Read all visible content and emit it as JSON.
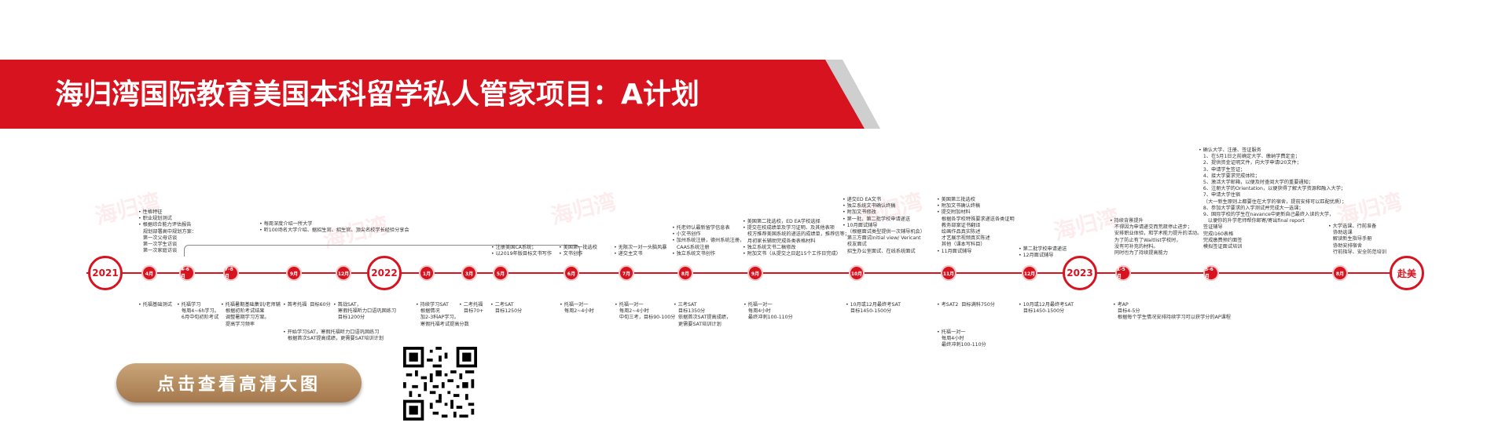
{
  "banner": {
    "title": "海归湾国际教育美国本科留学私人管家项目：A计划"
  },
  "button": {
    "label": "点击查看高清大图"
  },
  "watermark": {
    "text": "海归湾"
  },
  "years": [
    "2021",
    "2022",
    "2023",
    "赴美"
  ],
  "months": [
    "4月",
    "4-6月",
    "7-8月",
    "9月",
    "12月",
    "1月",
    "3月",
    "5月",
    "6月",
    "7月",
    "8月",
    "9月",
    "10月",
    "11月",
    "12月",
    "1-5月",
    "5-6月",
    "8月"
  ],
  "notes": {
    "n1": "• 性格特征\n• 职业规划测试\n• 根据综合能力评估报告\n   规划部署高中规划方案：\n   第一次父母访谈\n   第一次学生访谈\n   第一次家庭访谈",
    "n2": "• 托福基础测试",
    "n3": "• 托福学习\n   每周4~6h学习。\n   6月中旬初阶考试",
    "n4": "• 托福暑期基础集训/老师辅\n   根据初阶考试结果\n   调整暑期学习方案。\n   提高学习频率",
    "n5": "• 每周深度介绍一所大学\n• 听100场名大学介绍、据招生官、招生官、顶尖名校学长经验分享会",
    "n6": "• 首考托福  目标60分",
    "n7": "• 首战SAT，\n   寒假托福听力口语巩固练习\n   目标1200分",
    "n8": "• 开始学习SAT，寒假托福听力口语巩固练习\n   根据首次SAT提高成绩，更需要SAT培训计划",
    "n9": "• 持续学习SAT\n   根据情况\n   加2-3科AP学习。\n   寒假托福考试提高分数",
    "n10": "• 二考托福\n   目标70+",
    "n11": "• 二考SAT\n   目标1250分",
    "n12": "• 注册美国CA系统；\n• 以2019年版目标文书写作",
    "n13": "• 美国第一批选校\n• 文书创作",
    "n14": "• 托福一对一\n   每周2~4小时",
    "n15": "• 无限次一对一头脑风暴\n• 递交主文书",
    "n16": "• 托福一对一\n   每周2~4小时\n   中旬三考，目标90-100分",
    "n17": "• 托老师认最新留学信息表\n• 小文书创作\n• 加州系统注册，德州系统注册，\n   CAAS系统注册\n• 独立系统文书创作",
    "n18": "• 三考SAT\n   目标1350分\n   依据首次SAT提高成绩，\n   更需要SAT培训计划",
    "n19": "• 美国第二批选校，ED EA学校选择\n• 提交在校成绩单及学习证明、及其他表项\n   校方推荐美国系统的递送的成绩单，推荐信等；\n   月初家长辅助完成各类表格材料\n• 独立系统文书二稿修改\n• 附加文书（从提交之日起15个工作日完成）",
    "n20": "• 托福一对一\n   每周4小时\n   最终冲刺100-110分",
    "n21": "• 递交ED EA文书\n• 独立系统文书确认终稿\n• 附加文书修改\n• 第一批、第二批学校申请递送\n• 10月面试辅导\n   （根据面试类型提供一次辅导机会）\n   第三方面试Initial view/ Vericant\n   校友面试\n   招生办公室面试、在线系统面试",
    "n22": "• 10月或12月最终考SAT\n   目标1450-1500分",
    "n23": "• 美国第三批选校\n• 附加文书确认终稿\n• 提交附加材料\n   根据各学校特殊要求递送各类证明\n   教务部案证书翻译\n   绘画作品真实陈述\n   才艺展示视频真实陈述\n   其他（课本写科目）\n• 11月面试辅导",
    "n24": "• 考SAT2  目标满科750分",
    "n25": "• 托福一对一\n   每周4小时\n   最终冲刺100-110分",
    "n26": "• 第二批学校申请递送\n• 12月面试辅导",
    "n27": "• 10月或12月最终考SAT\n   目标1450-1500分",
    "n28": "• 持续背景提升\n   不得因为申请递交而荒疏停止进步；\n   安排职业体验，和学术能力提升的活动。\n   为了防止有了Waitlist学校时，\n   没有可补充的材料。\n   同时也为了持续提高能力",
    "n29": "• 考AP\n   目标4-5分\n   根据每个学生情况安排持续学习可以获学分的AP课程",
    "n30": "• 确认大学、注册、签证服务\n   1、在5月1日之前确定大学、缴纳学费定金；\n   2、提供资金证明文件，向大学申请I20文件；\n   3、申请学生签证；\n   4、接大学要求完成体检；\n   5、激活大学邮箱，以便及时查阅大学的重要通知；\n   6、注册大学的Orientation，以便获得了解大学资源和融入大学；\n   7、申请大学住宿\n   （大一新生原则上都要住在大学的宿舍，提前安排可以匹配优质）；\n   8、参加大学要求的入学测试并完成大一选课；\n   9、国际学校的学生在navance中更新自己最终入读的大学，\n      以便你的升学老师帮你邮寄/寄出final report\n   签证辅导\n   完成I160表格\n   完成缴费预约面签\n   模拟签证面试培训",
    "n31": "• 大学选课、行前准备\n   协助选课\n   解读新生指导手册\n   协助安排宿舍\n   行前指导、安全防范培训"
  }
}
